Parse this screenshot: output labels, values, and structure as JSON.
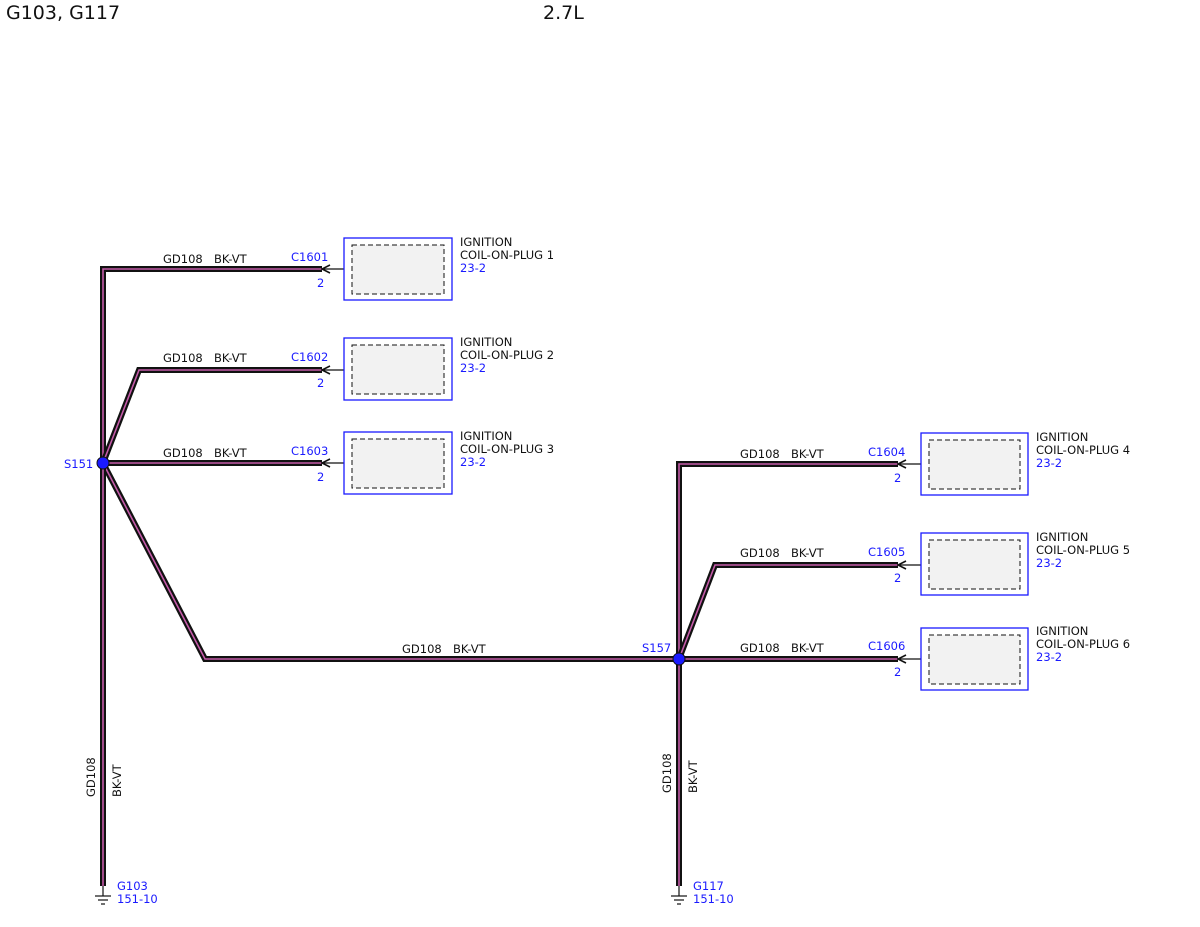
{
  "header": {
    "left_title": "G103, G117",
    "center_title": "2.7L"
  },
  "colors": {
    "wire_outer": "#111111",
    "wire_inner": "#c45aa8",
    "ref_blue": "#1a1aff",
    "box_fill": "#f2f2f2"
  },
  "wire": {
    "circuit": "GD108",
    "color_code": "BK-VT"
  },
  "splices": [
    {
      "id": "S151"
    },
    {
      "id": "S157"
    }
  ],
  "components": [
    {
      "connector": "C1601",
      "pin": "2",
      "line1": "IGNITION",
      "line2": "COIL-ON-PLUG 1",
      "ref": "23-2"
    },
    {
      "connector": "C1602",
      "pin": "2",
      "line1": "IGNITION",
      "line2": "COIL-ON-PLUG 2",
      "ref": "23-2"
    },
    {
      "connector": "C1603",
      "pin": "2",
      "line1": "IGNITION",
      "line2": "COIL-ON-PLUG 3",
      "ref": "23-2"
    },
    {
      "connector": "C1604",
      "pin": "2",
      "line1": "IGNITION",
      "line2": "COIL-ON-PLUG 4",
      "ref": "23-2"
    },
    {
      "connector": "C1605",
      "pin": "2",
      "line1": "IGNITION",
      "line2": "COIL-ON-PLUG 5",
      "ref": "23-2"
    },
    {
      "connector": "C1606",
      "pin": "2",
      "line1": "IGNITION",
      "line2": "COIL-ON-PLUG 6",
      "ref": "23-2"
    }
  ],
  "grounds": [
    {
      "id": "G103",
      "ref": "151-10"
    },
    {
      "id": "G117",
      "ref": "151-10"
    }
  ]
}
